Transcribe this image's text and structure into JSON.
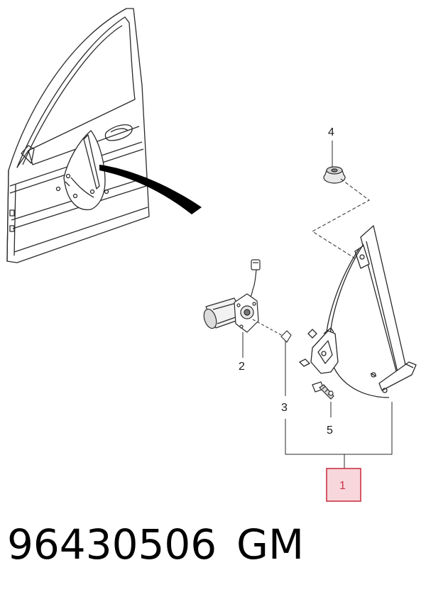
{
  "callouts": {
    "main": "1",
    "motor": "2",
    "regulator": "3",
    "nut": "4",
    "bolt": "5"
  },
  "footer": {
    "part_number": "96430506",
    "brand": "GM"
  },
  "colors": {
    "line": "#2a2a2a",
    "highlight_border": "#cc3344",
    "highlight_fill": "#f7d7dc",
    "arrow": "#000000"
  }
}
